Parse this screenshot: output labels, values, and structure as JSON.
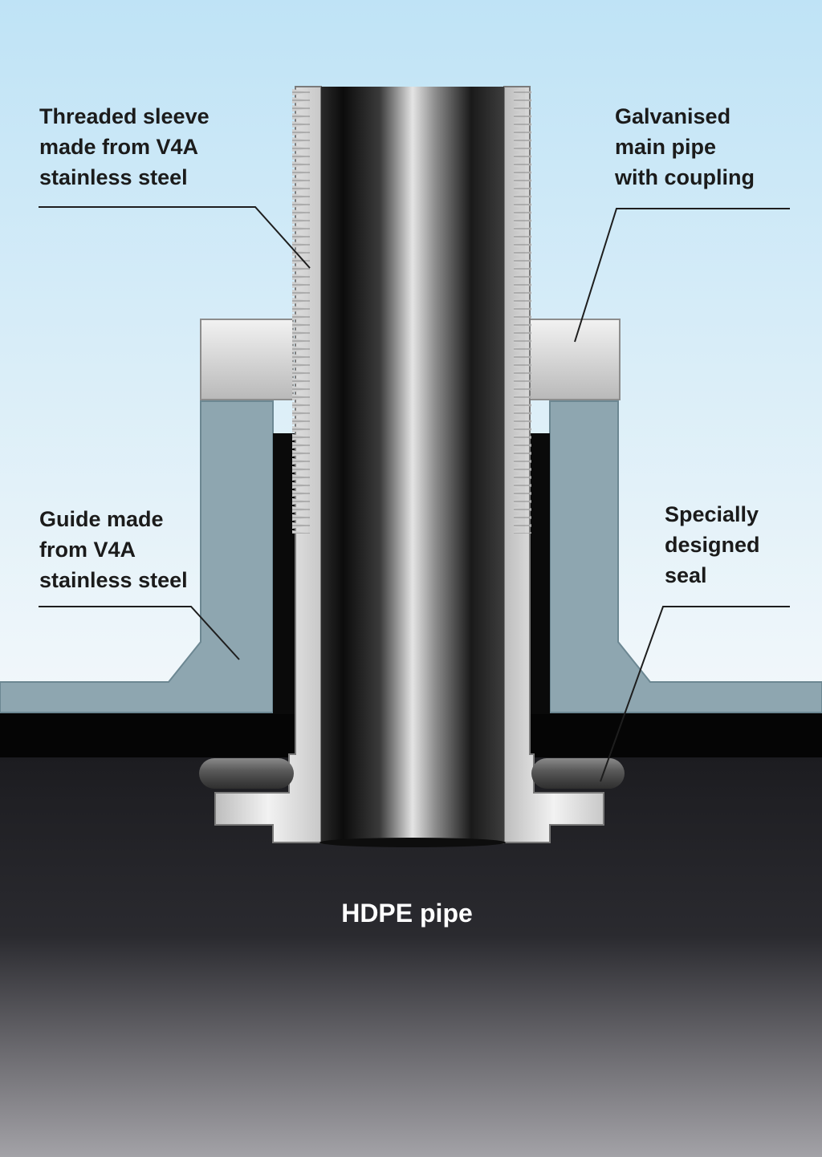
{
  "labels": {
    "threaded_sleeve": [
      "Threaded sleeve",
      "made from V4A",
      "stainless steel"
    ],
    "galvanised_pipe": [
      "Galvanised",
      "main pipe",
      "with coupling"
    ],
    "guide": [
      "Guide made",
      "from V4A",
      "stainless steel"
    ],
    "seal": [
      "Specially",
      "designed",
      "seal"
    ],
    "hdpe_pipe": "HDPE pipe"
  },
  "colors": {
    "sky_top": "#bfe3f6",
    "sky_bottom": "#eef6fa",
    "guide_fill": "#8aa3ad",
    "steel_light": "#e6e6e6",
    "steel_dark": "#1a1a1a",
    "seal": "#5a5a5a",
    "hdpe_top": "#1e1e22",
    "hdpe_bottom": "#9a999e",
    "leader_line": "#222222"
  }
}
